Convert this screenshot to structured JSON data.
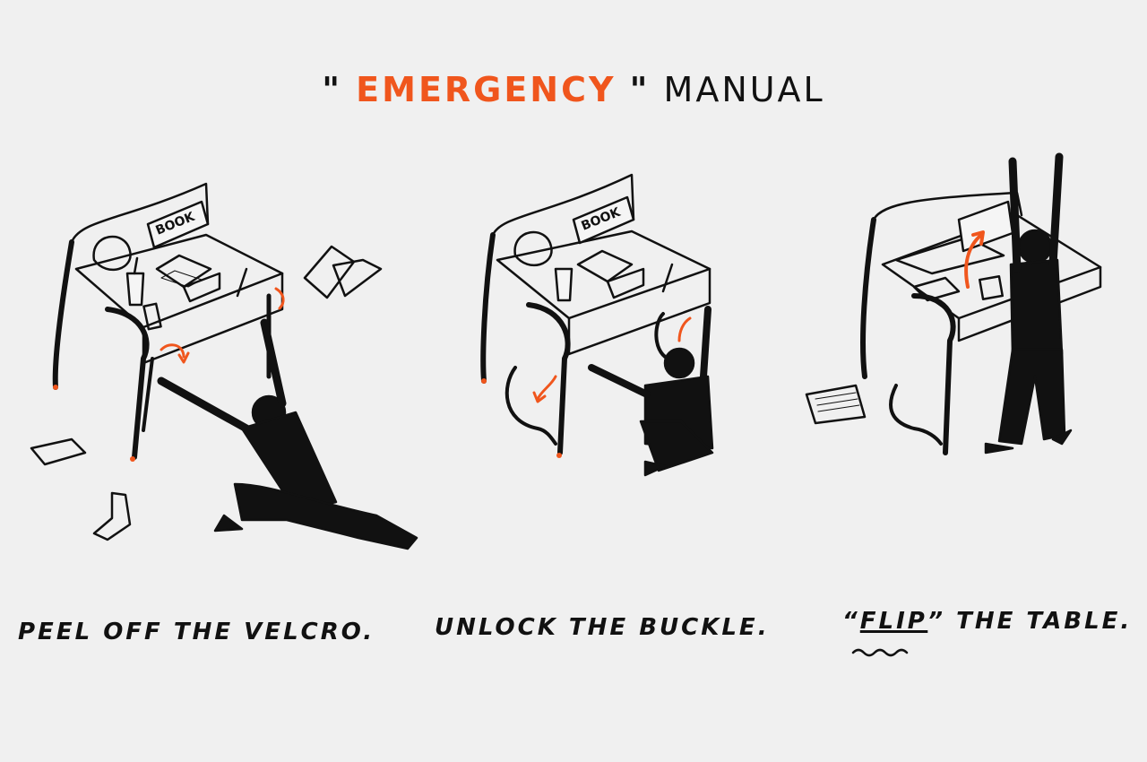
{
  "title": {
    "open_quote": "\"",
    "emphasis": "EMERGENCY",
    "close_quote": "\"",
    "rest": "MANUAL"
  },
  "panels": [
    {
      "caption": "PEEL OFF THE VELCRO."
    },
    {
      "caption": "UNLOCK THE BUCKLE."
    },
    {
      "caption_quote_open": "“",
      "caption_emphasis": "FLIP",
      "caption_quote_close": "”",
      "caption_rest": " THE TABLE."
    }
  ],
  "labels": {
    "book": "BOOK"
  },
  "colors": {
    "background": "#f0f0f0",
    "accent": "#f0561d",
    "ink": "#111111"
  }
}
